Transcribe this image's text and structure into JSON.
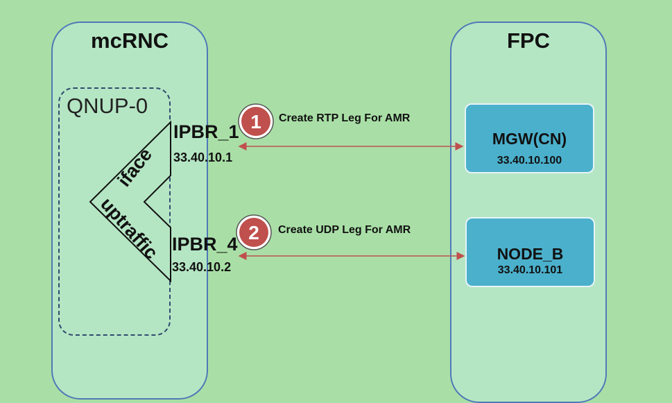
{
  "diagram": {
    "left_panel": {
      "title": "mcRNC"
    },
    "group": {
      "title": "QNUP-0"
    },
    "shape_labels": {
      "top": "iface",
      "bottom": "uptraffic"
    },
    "interfaces": [
      {
        "name": "IPBR_1",
        "ip": "33.40.10.1"
      },
      {
        "name": "IPBR_4",
        "ip": "33.40.10.2"
      }
    ],
    "steps": [
      {
        "number": "1",
        "label": "Create RTP Leg For AMR"
      },
      {
        "number": "2",
        "label": "Create UDP Leg For AMR"
      }
    ],
    "right_panel": {
      "title": "FPC"
    },
    "nodes": [
      {
        "name": "MGW(CN)",
        "ip": "33.40.10.100"
      },
      {
        "name": "NODE_B",
        "ip": "33.40.10.101"
      }
    ],
    "colors": {
      "background": "#a9dfa6",
      "panel_fill": "#b5e6c4",
      "panel_border": "#4f79b8",
      "node_fill": "#4bb0cc",
      "step_badge": "#c0504d",
      "arrow": "#c0504d"
    }
  }
}
